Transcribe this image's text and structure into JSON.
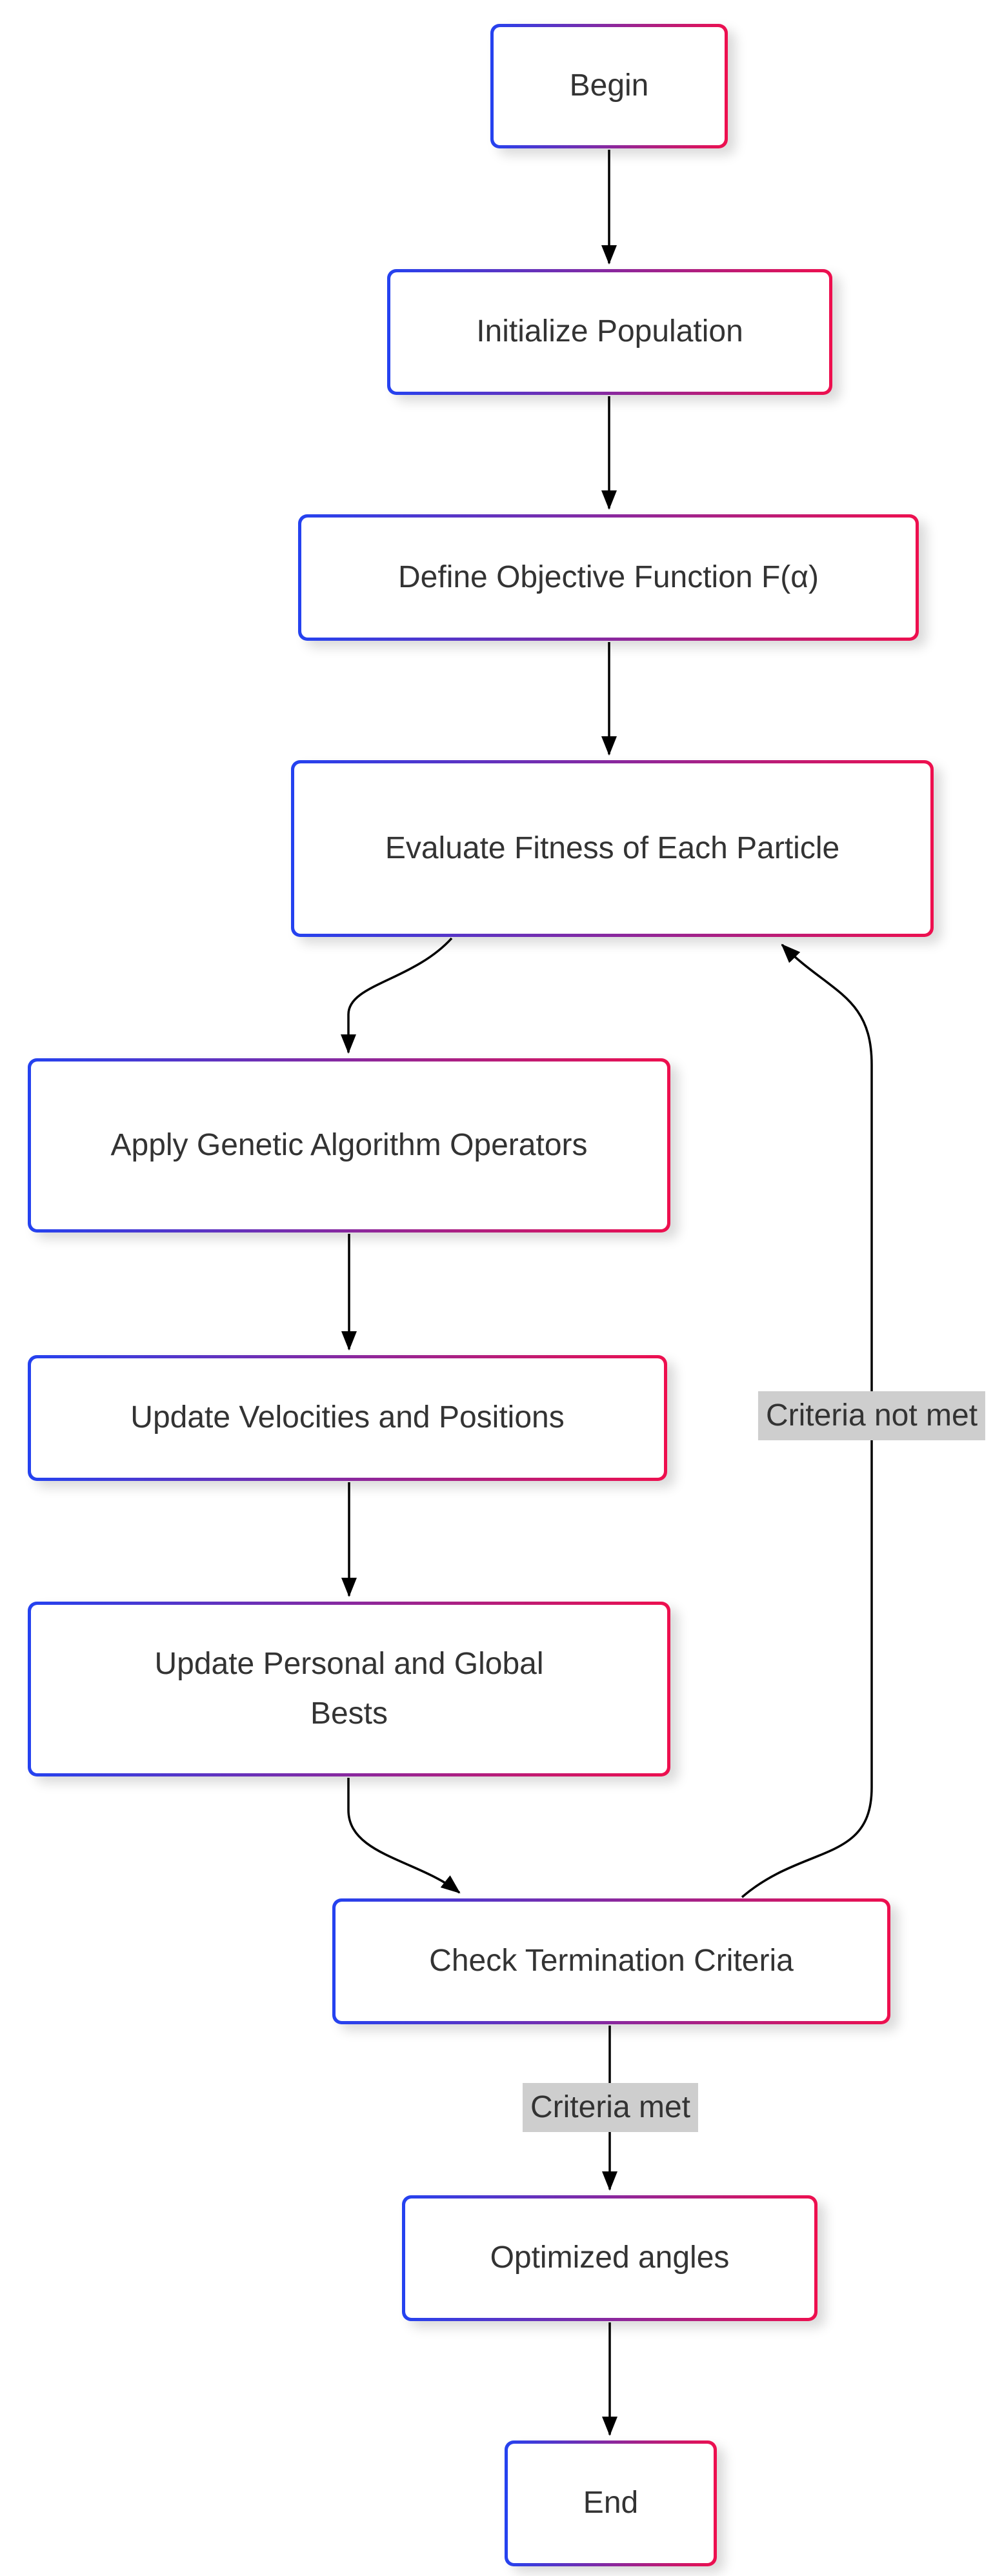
{
  "diagram": {
    "type": "flowchart",
    "direction": "top-down",
    "nodes": [
      {
        "id": "begin",
        "label": "Begin"
      },
      {
        "id": "initialize",
        "label": "Initialize Population"
      },
      {
        "id": "define-objective",
        "label": "Define Objective Function F(α)"
      },
      {
        "id": "evaluate-fitness",
        "label": "Evaluate Fitness of Each Particle"
      },
      {
        "id": "apply-ga",
        "label": "Apply Genetic Algorithm Operators"
      },
      {
        "id": "update-velocities",
        "label": "Update Velocities and Positions"
      },
      {
        "id": "update-bests",
        "label": "Update Personal and Global Bests"
      },
      {
        "id": "check-termination",
        "label": "Check Termination Criteria"
      },
      {
        "id": "optimized-angles",
        "label": "Optimized angles"
      },
      {
        "id": "end",
        "label": "End"
      }
    ],
    "edges": [
      {
        "from": "begin",
        "to": "initialize",
        "label": ""
      },
      {
        "from": "initialize",
        "to": "define-objective",
        "label": ""
      },
      {
        "from": "define-objective",
        "to": "evaluate-fitness",
        "label": ""
      },
      {
        "from": "evaluate-fitness",
        "to": "apply-ga",
        "label": ""
      },
      {
        "from": "apply-ga",
        "to": "update-velocities",
        "label": ""
      },
      {
        "from": "update-velocities",
        "to": "update-bests",
        "label": ""
      },
      {
        "from": "update-bests",
        "to": "check-termination",
        "label": ""
      },
      {
        "from": "check-termination",
        "to": "evaluate-fitness",
        "label": "Criteria not met"
      },
      {
        "from": "check-termination",
        "to": "optimized-angles",
        "label": "Criteria met"
      },
      {
        "from": "optimized-angles",
        "to": "end",
        "label": ""
      }
    ],
    "colors": {
      "background": "#ffffff",
      "node_fill": "#ffffff",
      "node_border_gradient_start": "#2442f0",
      "node_border_gradient_end": "#ee0f4e",
      "node_text": "#333333",
      "edge_line": "#000000",
      "edge_label_background": "#cecece",
      "edge_label_text": "#333333"
    }
  }
}
